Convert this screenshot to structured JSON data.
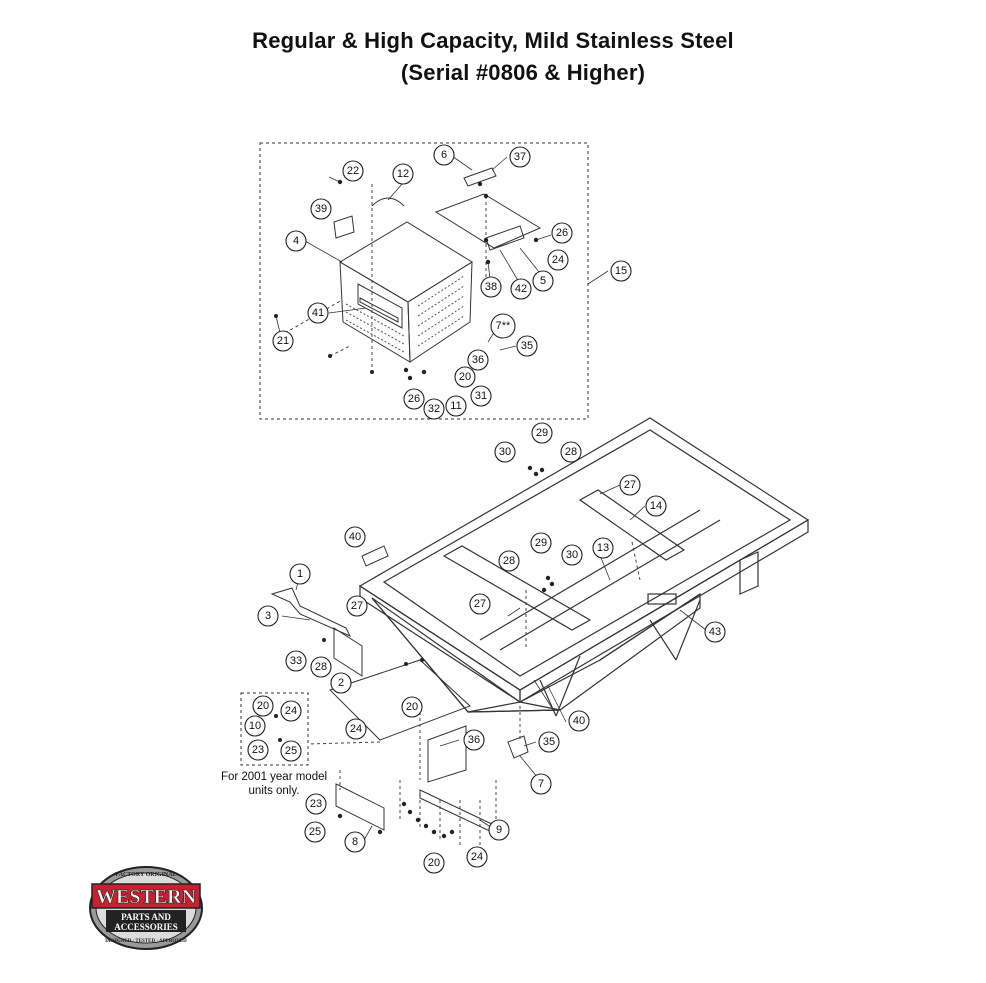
{
  "title_line1": "Regular & High Capacity, Mild Stainless Steel",
  "title_line2": "(Serial #0806 & Higher)",
  "note_line1": "For 2001 year model",
  "note_line2": "units only.",
  "logo": {
    "top_text": "FACTORY ORIGINAL",
    "brand": "WESTERN",
    "line1": "PARTS AND",
    "line2": "ACCESSORIES",
    "bottom_text": "DESIGNED · TESTED · APPROVED",
    "colors": {
      "red": "#c8202f",
      "dark": "#222222",
      "silver": "#9a9a9a"
    }
  },
  "callouts": [
    {
      "id": "c6",
      "label": "6"
    },
    {
      "id": "c37",
      "label": "37"
    },
    {
      "id": "c22",
      "label": "22"
    },
    {
      "id": "c12",
      "label": "12"
    },
    {
      "id": "c39",
      "label": "39"
    },
    {
      "id": "c4",
      "label": "4"
    },
    {
      "id": "c26a",
      "label": "26"
    },
    {
      "id": "c24a",
      "label": "24"
    },
    {
      "id": "c5",
      "label": "5"
    },
    {
      "id": "c42",
      "label": "42"
    },
    {
      "id": "c38",
      "label": "38"
    },
    {
      "id": "c15",
      "label": "15"
    },
    {
      "id": "c41",
      "label": "41"
    },
    {
      "id": "c7a",
      "label": "7**"
    },
    {
      "id": "c21",
      "label": "21"
    },
    {
      "id": "c35a",
      "label": "35"
    },
    {
      "id": "c36a",
      "label": "36"
    },
    {
      "id": "c20a",
      "label": "20"
    },
    {
      "id": "c31",
      "label": "31"
    },
    {
      "id": "c26b",
      "label": "26"
    },
    {
      "id": "c32",
      "label": "32"
    },
    {
      "id": "c11",
      "label": "11"
    },
    {
      "id": "c29a",
      "label": "29"
    },
    {
      "id": "c30a",
      "label": "30"
    },
    {
      "id": "c28a",
      "label": "28"
    },
    {
      "id": "c27a",
      "label": "27"
    },
    {
      "id": "c14",
      "label": "14"
    },
    {
      "id": "c40a",
      "label": "40"
    },
    {
      "id": "c29b",
      "label": "29"
    },
    {
      "id": "c30b",
      "label": "30"
    },
    {
      "id": "c28b",
      "label": "28"
    },
    {
      "id": "c13",
      "label": "13"
    },
    {
      "id": "c1",
      "label": "1"
    },
    {
      "id": "c3",
      "label": "3"
    },
    {
      "id": "c27b",
      "label": "27"
    },
    {
      "id": "c27c",
      "label": "27"
    },
    {
      "id": "c43",
      "label": "43"
    },
    {
      "id": "c33",
      "label": "33"
    },
    {
      "id": "c28c",
      "label": "28"
    },
    {
      "id": "c2",
      "label": "2"
    },
    {
      "id": "c20b",
      "label": "20"
    },
    {
      "id": "c24b",
      "label": "24"
    },
    {
      "id": "c10",
      "label": "10"
    },
    {
      "id": "c20c",
      "label": "20"
    },
    {
      "id": "c24c",
      "label": "24"
    },
    {
      "id": "c23a",
      "label": "23"
    },
    {
      "id": "c25a",
      "label": "25"
    },
    {
      "id": "c40b",
      "label": "40"
    },
    {
      "id": "c36b",
      "label": "36"
    },
    {
      "id": "c35b",
      "label": "35"
    },
    {
      "id": "c7b",
      "label": "7"
    },
    {
      "id": "c23b",
      "label": "23"
    },
    {
      "id": "c25b",
      "label": "25"
    },
    {
      "id": "c8",
      "label": "8"
    },
    {
      "id": "c9",
      "label": "9"
    },
    {
      "id": "c20d",
      "label": "20"
    },
    {
      "id": "c24d",
      "label": "24"
    }
  ]
}
